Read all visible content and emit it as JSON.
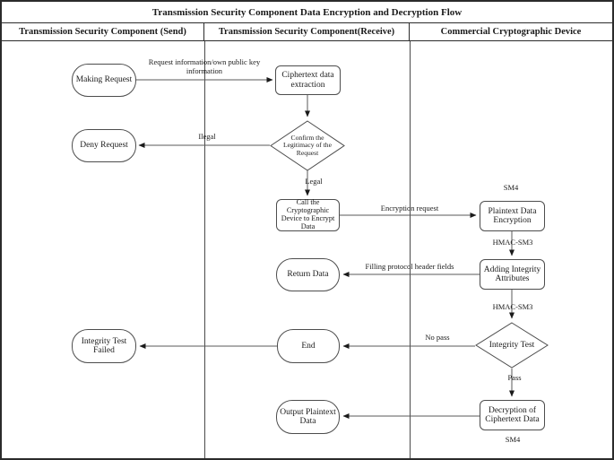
{
  "title": "Transmission Security Component Data Encryption and Decryption Flow",
  "lanes": [
    {
      "label": "Transmission Security Component  (Send)"
    },
    {
      "label": "Transmission Security Component(Receive)"
    },
    {
      "label": "Commercial Cryptographic Device"
    }
  ],
  "nodes": {
    "making_request": "Making Request",
    "ciphertext_extraction": "Ciphertext data extraction",
    "confirm_legitimacy": "Confirm the Legitimacy of the Request",
    "deny_request": "Deny Request",
    "call_crypto": "Call the Cryptographic Device to Encrypt Data",
    "plaintext_encryption": "Plaintext Data Encryption",
    "adding_integrity": "Adding Integrity Attributes",
    "return_data": "Return Data",
    "integrity_test": "Integrity Test",
    "end": "End",
    "integrity_failed": "Integrity Test Failed",
    "decryption": "Decryption of Ciphertext Data",
    "output_plaintext": "Output Plaintext Data"
  },
  "edge_labels": {
    "request_info": "Request information/own public key information",
    "ilegal": "Ilegal",
    "legal": "Legal",
    "encryption_request": "Encryption request",
    "hmac_sm3_1": "HMAC-SM3",
    "filling_protocol": "Filling protocol header fields",
    "hmac_sm3_2": "HMAC-SM3",
    "no_pass": "No pass",
    "pass": "Pass",
    "sm4_top": "SM4",
    "sm4_bottom": "SM4"
  },
  "colors": {
    "background": "#ffffff",
    "table_border": "#2b2b2b",
    "node_border": "#4d4d4d",
    "connector_line": "#595959",
    "arrowhead": "#1a1a1a",
    "text": "#1a1a1a"
  }
}
